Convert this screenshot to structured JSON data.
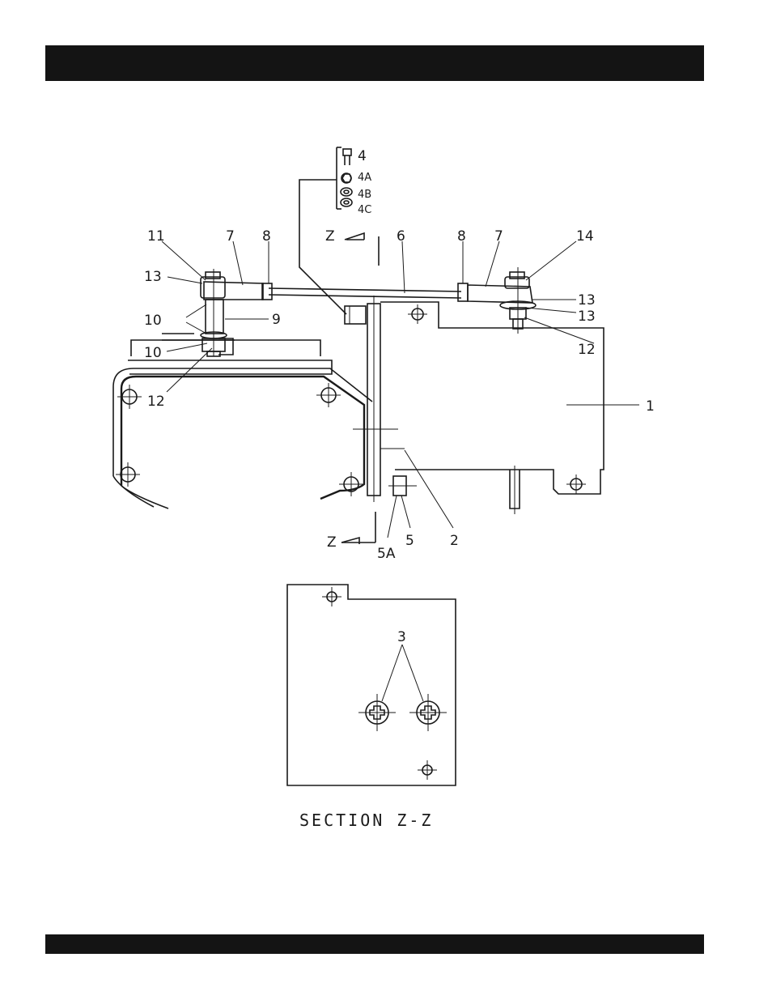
{
  "labels": {
    "p1": "1",
    "p2": "2",
    "p3": "3",
    "p4": "4",
    "p4a": "4A",
    "p4b": "4B",
    "p4c": "4C",
    "p5": "5",
    "p5a": "5A",
    "p6": "6",
    "p7": "7",
    "p8": "8",
    "p9": "9",
    "p10": "10",
    "p11": "11",
    "p12": "12",
    "p13": "13",
    "p14": "14",
    "z": "Z"
  },
  "caption": "SECTION Z-Z"
}
